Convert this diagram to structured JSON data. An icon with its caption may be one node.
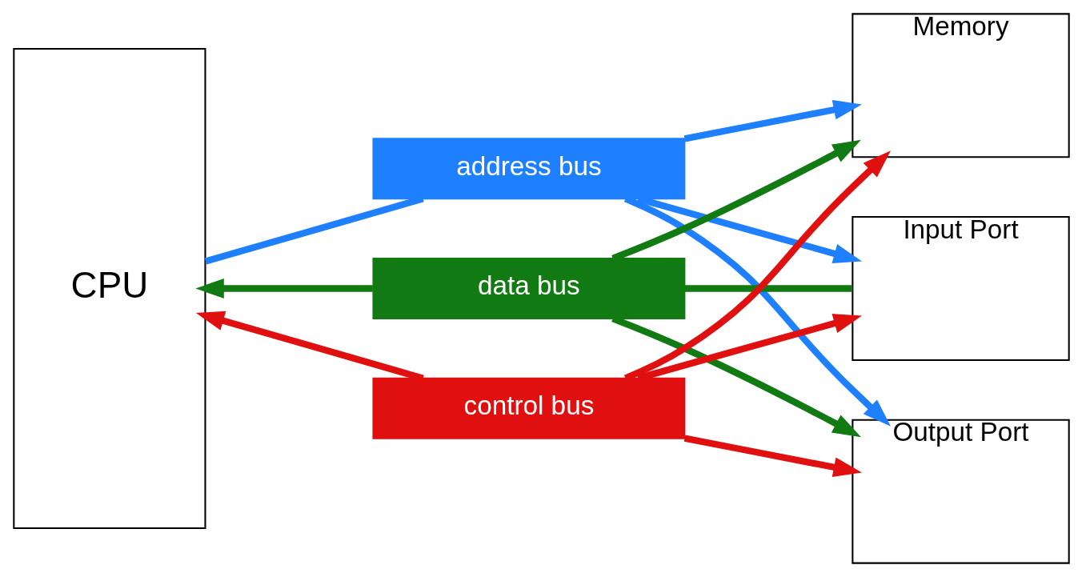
{
  "diagram": {
    "nodes": [
      {
        "text": [
          "CPU"
        ]
      },
      {
        "text": [
          "Memory"
        ]
      },
      {
        "text": [
          "Input Port"
        ]
      },
      {
        "text": [
          "Output Port"
        ]
      },
      {
        "text": [
          "address bus"
        ]
      },
      {
        "text": [
          "data bus"
        ]
      },
      {
        "text": [
          "control bus"
        ]
      }
    ],
    "edges": [
      {
        "from": 0,
        "to": 4,
        "arrow": "none",
        "color": "#1e7fff"
      },
      {
        "from": 4,
        "to": 1,
        "arrow": "to",
        "color": "#1e7fff"
      },
      {
        "from": 4,
        "to": 2,
        "arrow": "to",
        "color": "#1e7fff"
      },
      {
        "from": 4,
        "to": 3,
        "arrow": "to",
        "color": "#1e7fff"
      },
      {
        "from": 5,
        "to": 0,
        "arrow": "to",
        "color": "#127a12"
      },
      {
        "from": 5,
        "to": 1,
        "arrow": "to",
        "color": "#127a12"
      },
      {
        "from": 2,
        "to": 5,
        "arrow": "none",
        "color": "#127a12"
      },
      {
        "from": 5,
        "to": 3,
        "arrow": "to",
        "color": "#127a12"
      },
      {
        "from": 6,
        "to": 0,
        "arrow": "to",
        "color": "#e01010"
      },
      {
        "from": 6,
        "to": 1,
        "arrow": "to",
        "color": "#e01010"
      },
      {
        "from": 6,
        "to": 2,
        "arrow": "to",
        "color": "#e01010"
      },
      {
        "from": 6,
        "to": 3,
        "arrow": "to",
        "color": "#e01010"
      }
    ]
  }
}
